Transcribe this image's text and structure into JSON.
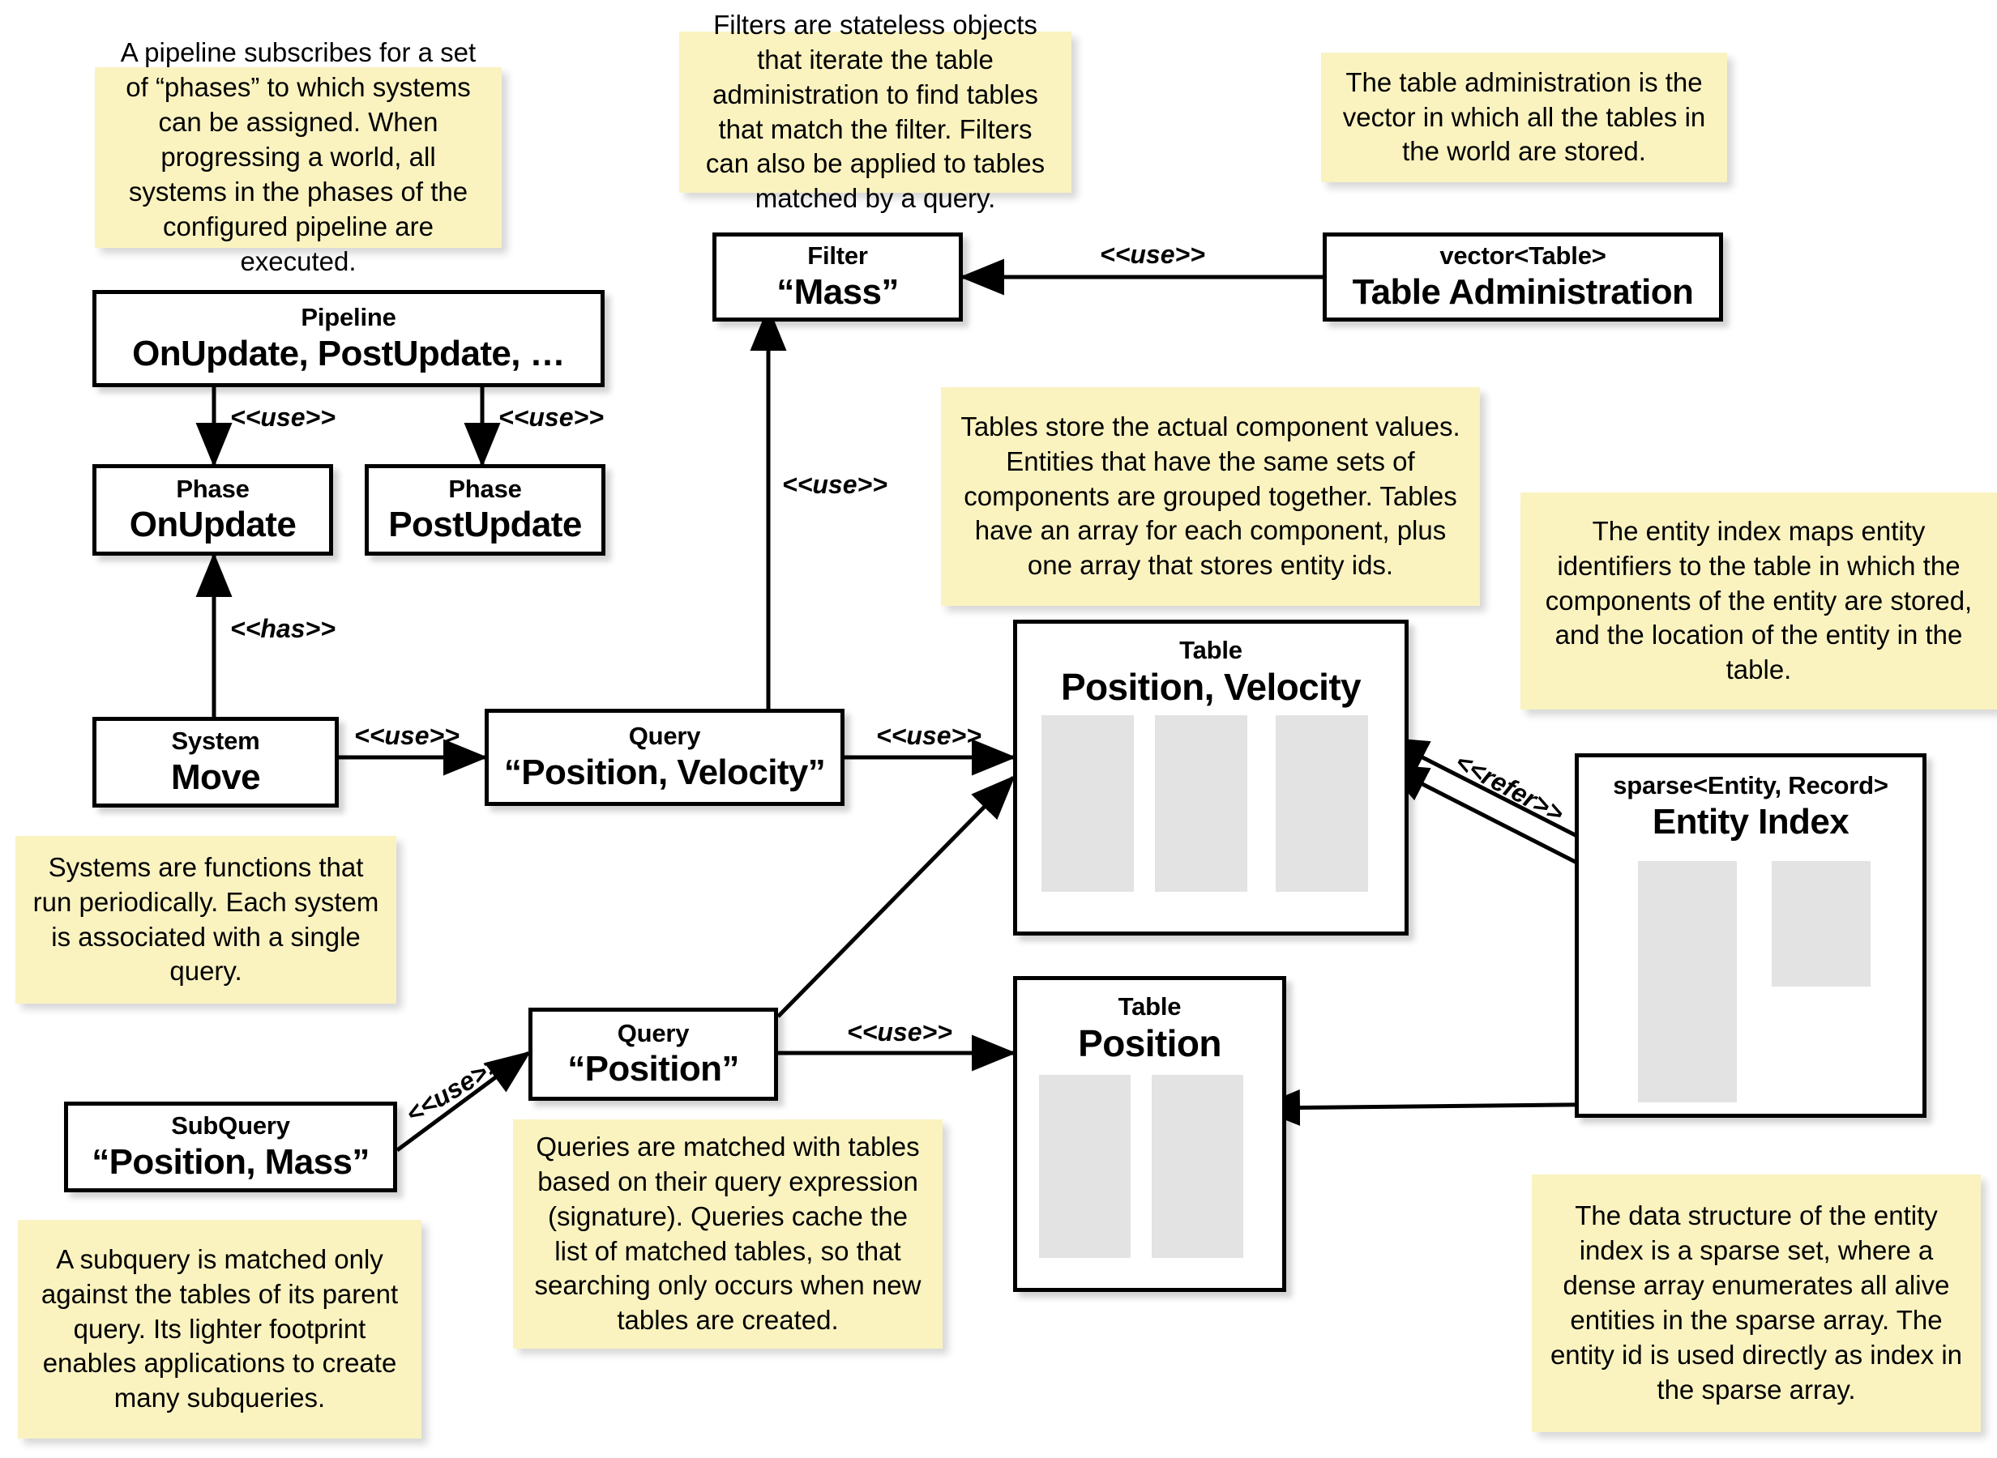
{
  "diagram": {
    "title": "ECS Architecture Diagram",
    "colors": {
      "note_background": "#faf3c0",
      "box_background": "#ffffff",
      "box_border": "#000000",
      "array_fill": "#e3e3e3",
      "canvas": "#ffffff"
    }
  },
  "boxes": {
    "pipeline": {
      "stereotype": "Pipeline",
      "name": "OnUpdate, PostUpdate, …"
    },
    "phase_onupdate": {
      "stereotype": "Phase",
      "name": "OnUpdate"
    },
    "phase_postupdate": {
      "stereotype": "Phase",
      "name": "PostUpdate"
    },
    "system_move": {
      "stereotype": "System",
      "name": "Move"
    },
    "query_position_velocity": {
      "stereotype": "Query",
      "name": "“Position, Velocity”"
    },
    "query_position": {
      "stereotype": "Query",
      "name": "“Position”"
    },
    "subquery_position_mass": {
      "stereotype": "SubQuery",
      "name": "“Position, Mass”"
    },
    "filter_mass": {
      "stereotype": "Filter",
      "name": "“Mass”"
    },
    "table_administration": {
      "stereotype": "vector<Table>",
      "name": "Table Administration"
    },
    "table_position_velocity": {
      "stereotype": "Table",
      "name": "Position, Velocity"
    },
    "table_position": {
      "stereotype": "Table",
      "name": "Position"
    },
    "entity_index": {
      "stereotype": "sparse<Entity, Record>",
      "name": "Entity Index"
    }
  },
  "edge_labels": {
    "pipeline_to_onupdate": "<<use>>",
    "pipeline_to_postupdate": "<<use>>",
    "system_has_phase": "<<has>>",
    "system_uses_query": "<<use>>",
    "query_uses_filter": "<<use>>",
    "query_uses_table": "<<use>>",
    "query_position_uses_table": "<<use>>",
    "subquery_uses_query": "<<use>>",
    "admin_uses_filter": "<<use>>",
    "index_refers_table": "<<refer>>"
  },
  "notes": {
    "pipeline": "A pipeline subscribes for a set of “phases” to which systems can be assigned. When progressing a world, all systems in the phases of the configured pipeline are executed.",
    "filter": "Filters are stateless objects that iterate the table administration to find tables that match the filter. Filters can also be applied to tables matched by a query.",
    "table_administration": "The table administration is the vector in which all the tables in the world are stored.",
    "table": "Tables store the actual component values. Entities that have the same sets of components are grouped together. Tables have an array for each component, plus one array that stores entity ids.",
    "entity_index": "The entity index maps entity identifiers to the table in which the components of the entity are stored, and the location of the entity in the table.",
    "system": "Systems are functions that run periodically. Each system is associated with a single query.",
    "query": "Queries are matched with tables based on their query expression (signature). Queries cache the list of matched tables, so that searching only occurs when new tables are created.",
    "subquery": "A subquery is matched only against the tables of its parent query. Its lighter footprint enables applications to create many subqueries.",
    "sparse_set": "The data structure of the entity index is a sparse set, where a dense array enumerates all alive entities in the sparse array. The entity id is used directly as index in the sparse array."
  }
}
